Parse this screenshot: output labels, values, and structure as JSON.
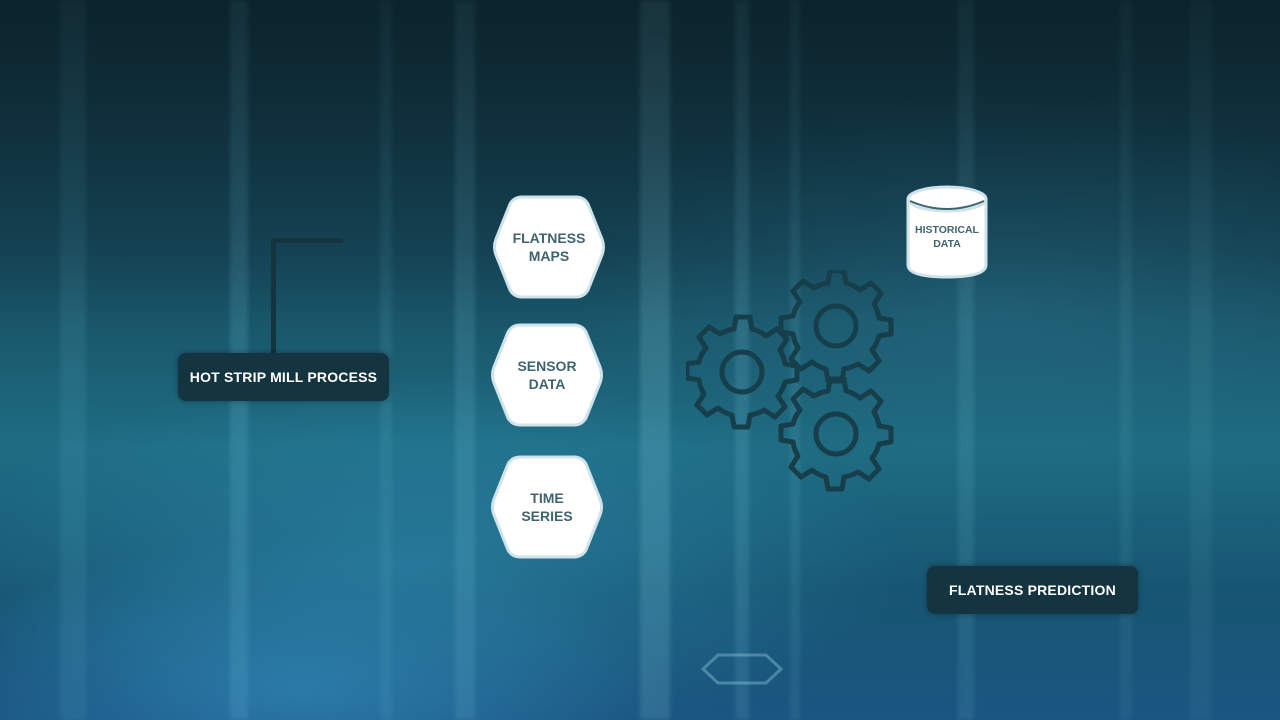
{
  "diagram": {
    "process": {
      "label": "HOT STRIP MILL PROCESS"
    },
    "inputs": [
      {
        "label": "FLATNESS\nMAPS"
      },
      {
        "label": "SENSOR\nDATA"
      },
      {
        "label": "TIME\nSERIES"
      }
    ],
    "historical": {
      "label": "HISTORICAL\nDATA"
    },
    "model": {
      "icon": "gears-icon"
    },
    "output": {
      "label": "FLATNESS PREDICTION"
    }
  },
  "colors": {
    "box_fill": "#143540",
    "box_text": "#ffffff",
    "shape_fill": "#ffffff",
    "shape_text": "#3f6470",
    "gear_stroke": "#163e4b"
  }
}
